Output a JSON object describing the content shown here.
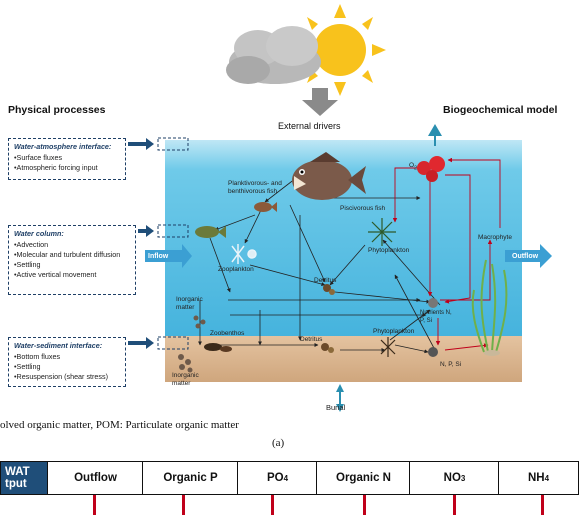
{
  "headings": {
    "physical": "Physical processes",
    "external": "External drivers",
    "biogeo": "Biogeochemical model"
  },
  "boxes": {
    "atmosphere": {
      "title": "Water-atmosphere interface:",
      "items": [
        "Surface fluxes",
        "Atmospheric forcing input"
      ]
    },
    "column": {
      "title": "Water column:",
      "items": [
        "Advection",
        "Molecular and turbulent diffusion",
        "Settling",
        "Active vertical movement"
      ]
    },
    "sediment": {
      "title": "Water-sediment interface:",
      "items": [
        "Bottom fluxes",
        "Settling",
        "Resuspension (shear stress)"
      ]
    }
  },
  "diagram": {
    "inflow": "Inflow",
    "outflow": "Outflow",
    "burial": "Burial",
    "o2": "O",
    "o2_sub": "2",
    "plank_fish": "Planktivorous- and benthivorous fish",
    "pisc_fish": "Piscivorous fish",
    "phyto_top": "Phytoplankton",
    "phyto_bottom": "Phytoplankton",
    "zooplankton": "Zooplankton",
    "zoobenthos": "Zoobenthos",
    "detritus_mid": "Detritus",
    "detritus_bottom": "Detritus",
    "inorganic_top": "Inorganic matter",
    "inorganic_bottom": "Inorganic matter",
    "nutrients": "Nutrients N, P, Si",
    "nps": "N, P, Si",
    "macrophyte": "Macrophyte"
  },
  "caption": {
    "text": "olved organic matter, POM: Particulate organic matter",
    "panel": "(a)"
  },
  "swat_bar": {
    "header_line1": "WAT",
    "header_line2": "tput",
    "items": [
      "Outflow",
      "Organic P",
      "PO",
      "Organic N",
      "NO",
      "NH"
    ],
    "subs": [
      "",
      "",
      "4",
      "",
      "3",
      "4"
    ]
  },
  "colors": {
    "navy": "#1f4e79",
    "water": "#5ec1e4",
    "sediment": "#d9b48f",
    "tick": "#c0001a",
    "arrow_teal": "#2a8fb0"
  }
}
